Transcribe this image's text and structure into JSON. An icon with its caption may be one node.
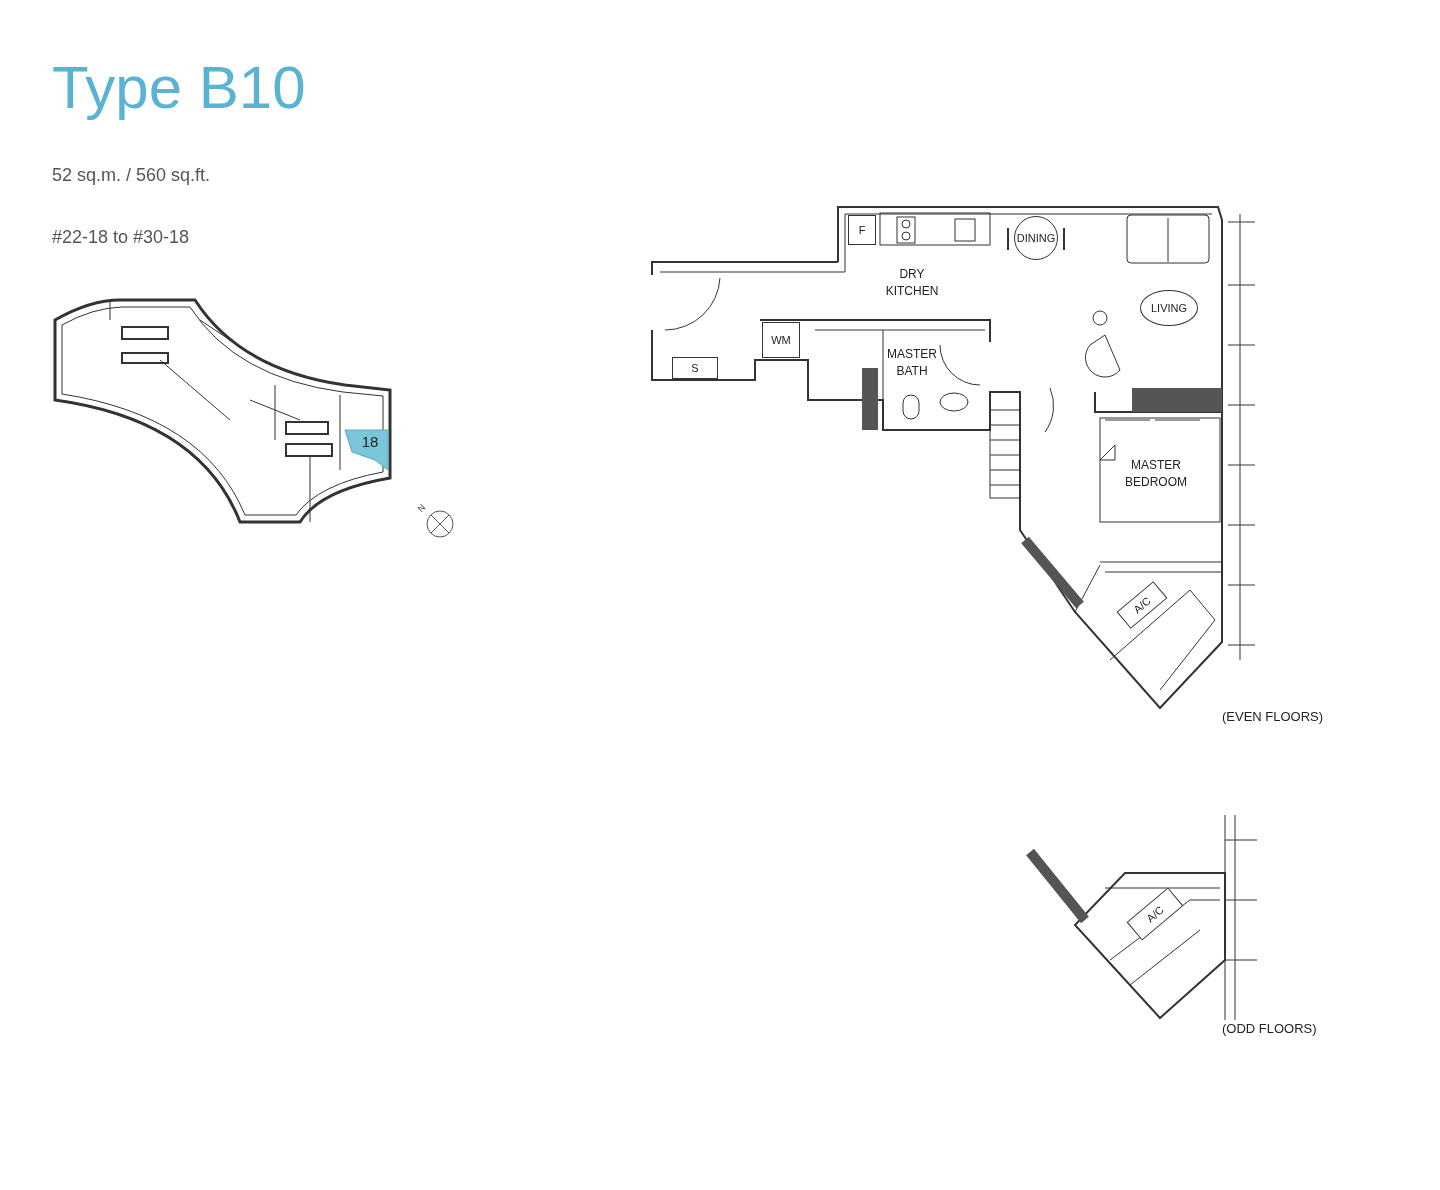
{
  "diagram": {
    "title": "Type B10",
    "nodes": [
      {
        "text": [
          "18"
        ]
      },
      {
        "text": [
          "F"
        ]
      },
      {
        "text": [
          "DINING"
        ]
      },
      {
        "text": [
          "LIVING"
        ]
      },
      {
        "text": [
          "WM"
        ]
      },
      {
        "text": [
          "S"
        ]
      },
      {
        "text": [
          "A/C"
        ]
      },
      {
        "text": [
          "A/C"
        ]
      }
    ],
    "labels": [
      "52 sq.m. / 560 sq.ft.",
      "#22-18 to #30-18",
      "N",
      "DRY KITCHEN",
      "MASTER BATH",
      "MASTER BEDROOM",
      "(EVEN FLOORS)",
      "(ODD FLOORS)"
    ]
  }
}
